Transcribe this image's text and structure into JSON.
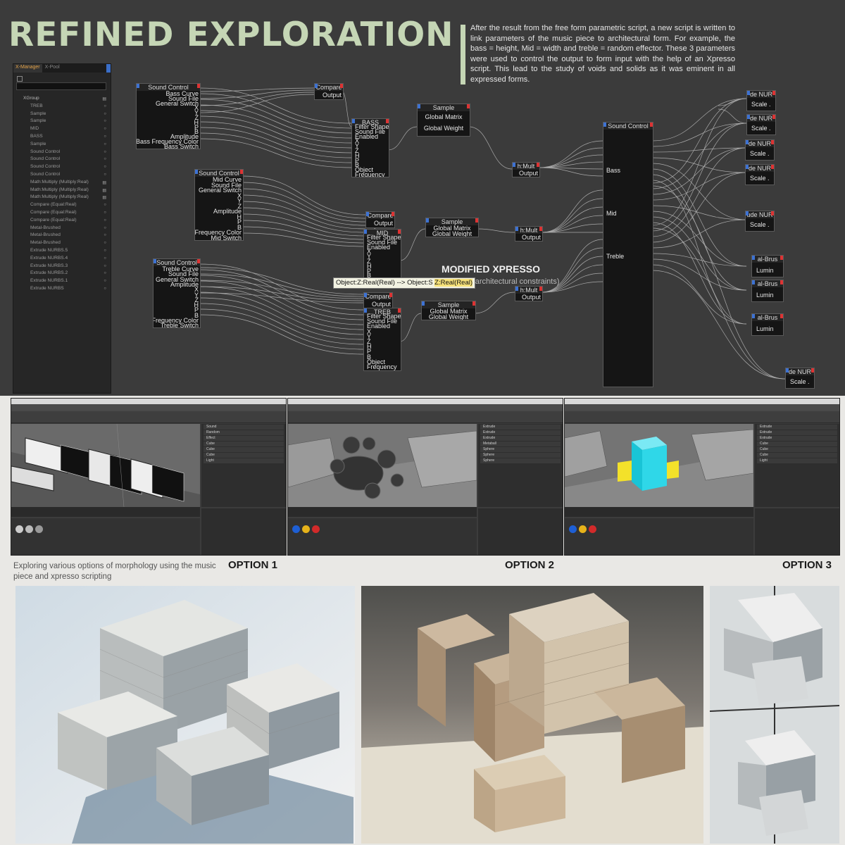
{
  "title": "REFINED EXPLORATION",
  "description": "After the result from the free form parametric script, a new script is written to link parameters of the music piece to architectural form. For example, the bass = height, Mid = width and treble = random effector. These 3 parameters were used to control the output to form input with the help of an Xpresso script. This lead to the study of voids and solids as it was eminent in all expressed forms.",
  "xmanager": {
    "tabs": [
      "X-Manager",
      "X-Pool"
    ],
    "root": "XGroup",
    "items": [
      "TREB",
      "Sample",
      "Sample",
      "MID",
      "BASS",
      "Sample",
      "Sound Control",
      "Sound Control",
      "Sound Control",
      "Sound Control",
      "Math:Multiply (Multiply:Real)",
      "Math:Multiply (Multiply:Real)",
      "Math:Multiply (Multiply:Real)",
      "Compare (Equal:Real)",
      "Compare (Equal:Real)",
      "Compare (Equal:Real)",
      "Metal-Brushed",
      "Metal-Brushed",
      "Metal-Brushed",
      "Extrude NURBS.5",
      "Extrude NURBS.4",
      "Extrude NURBS.3",
      "Extrude NURBS.2",
      "Extrude NURBS.1",
      "Extrude NURBS"
    ]
  },
  "nodes": {
    "sc_bass": {
      "title": "Sound Control",
      "ports": [
        "Bass Curve",
        "Sound File",
        "General Switch",
        "X",
        "Y",
        "Z",
        "H",
        "P",
        "B",
        "Amplitude",
        "Bass Frequency Color",
        "Bass Switch"
      ]
    },
    "sc_mid": {
      "title": "Sound Control",
      "ports": [
        "Mid Curve",
        "Sound File",
        "General Switch",
        "X",
        "Y",
        "Z",
        "Amplitude",
        "H",
        "P",
        "B",
        "Frequency Color",
        "Mid Switch"
      ]
    },
    "sc_treb": {
      "title": "Sound Control",
      "ports": [
        "Treble Curve",
        "Sound File",
        "General Switch",
        "Amplitude",
        "X",
        "Y",
        "Z",
        "H",
        "P",
        "B",
        "Frequency Color",
        "Treble Switch"
      ]
    },
    "compare1": {
      "title": "Compare",
      "ports": [
        "Output"
      ]
    },
    "compare2": {
      "title": "Compare",
      "ports": [
        "Output"
      ]
    },
    "compare3": {
      "title": "Compare",
      "ports": [
        "Output"
      ]
    },
    "bass": {
      "title": "BASS",
      "ports": [
        "Filter Shape",
        "Sound File",
        "Enabled",
        "X",
        "Y",
        "Z",
        "H",
        "P",
        "B",
        "Object",
        "Frequency"
      ]
    },
    "mid": {
      "title": "MID",
      "ports": [
        "Filter Shape",
        "Sound File",
        "Enabled",
        "X",
        "Y",
        "Z",
        "H",
        "P",
        "B",
        "Object"
      ]
    },
    "treb": {
      "title": "TREB",
      "ports": [
        "Filter Shape",
        "Sound File",
        "Enabled",
        "X",
        "Y",
        "Z",
        "H",
        "P",
        "B",
        "Object",
        "Frequency"
      ]
    },
    "sample1": {
      "title": "Sample",
      "ports": [
        "Global Matrix",
        "Global Weight"
      ]
    },
    "sample2": {
      "title": "Sample",
      "ports": [
        "Global Matrix",
        "Global Weight"
      ]
    },
    "sample3": {
      "title": "Sample",
      "ports": [
        "Global Matrix",
        "Global Weight"
      ]
    },
    "mult1": {
      "title": "h:Mult",
      "ports": [
        "Output"
      ]
    },
    "mult2": {
      "title": "h:Mult",
      "ports": [
        "Output"
      ]
    },
    "mult3": {
      "title": "h:Mult",
      "ports": [
        "Output"
      ]
    },
    "sc_main": {
      "title": "Sound Control",
      "ports": [
        "Bass",
        "Mid",
        "Treble"
      ]
    },
    "right": [
      {
        "title": "de NUR",
        "port": "Scale ."
      },
      {
        "title": "de NUR",
        "port": "Scale ."
      },
      {
        "title": "de NUR",
        "port": "Scale ."
      },
      {
        "title": "de NUR",
        "port": "Scale ."
      },
      {
        "title": "ude NUR",
        "port": "Scale ."
      },
      {
        "title": "al-Brus",
        "port": "Lumin"
      },
      {
        "title": "al-Brus",
        "port": "Lumin"
      },
      {
        "title": "al-Brus",
        "port": "Lumin"
      },
      {
        "title": "de NUR",
        "port": "Scale ."
      }
    ]
  },
  "tooltip": {
    "pre": "Object:Z:Real(Real) --> Object:S",
    "hl": "Z:Real(Real)"
  },
  "modified": {
    "title": "MODIFIED XPRESSO",
    "sub": "(applying architectural constraints)"
  },
  "explore_caption": "Exploring various options of morphology using the music piece and xpresso scripting",
  "options": [
    "OPTION 1",
    "OPTION 2",
    "OPTION 3"
  ],
  "swatch_colors": [
    "#1e5fd4",
    "#e6b21a",
    "#d22a2a",
    "#e23a2a"
  ]
}
